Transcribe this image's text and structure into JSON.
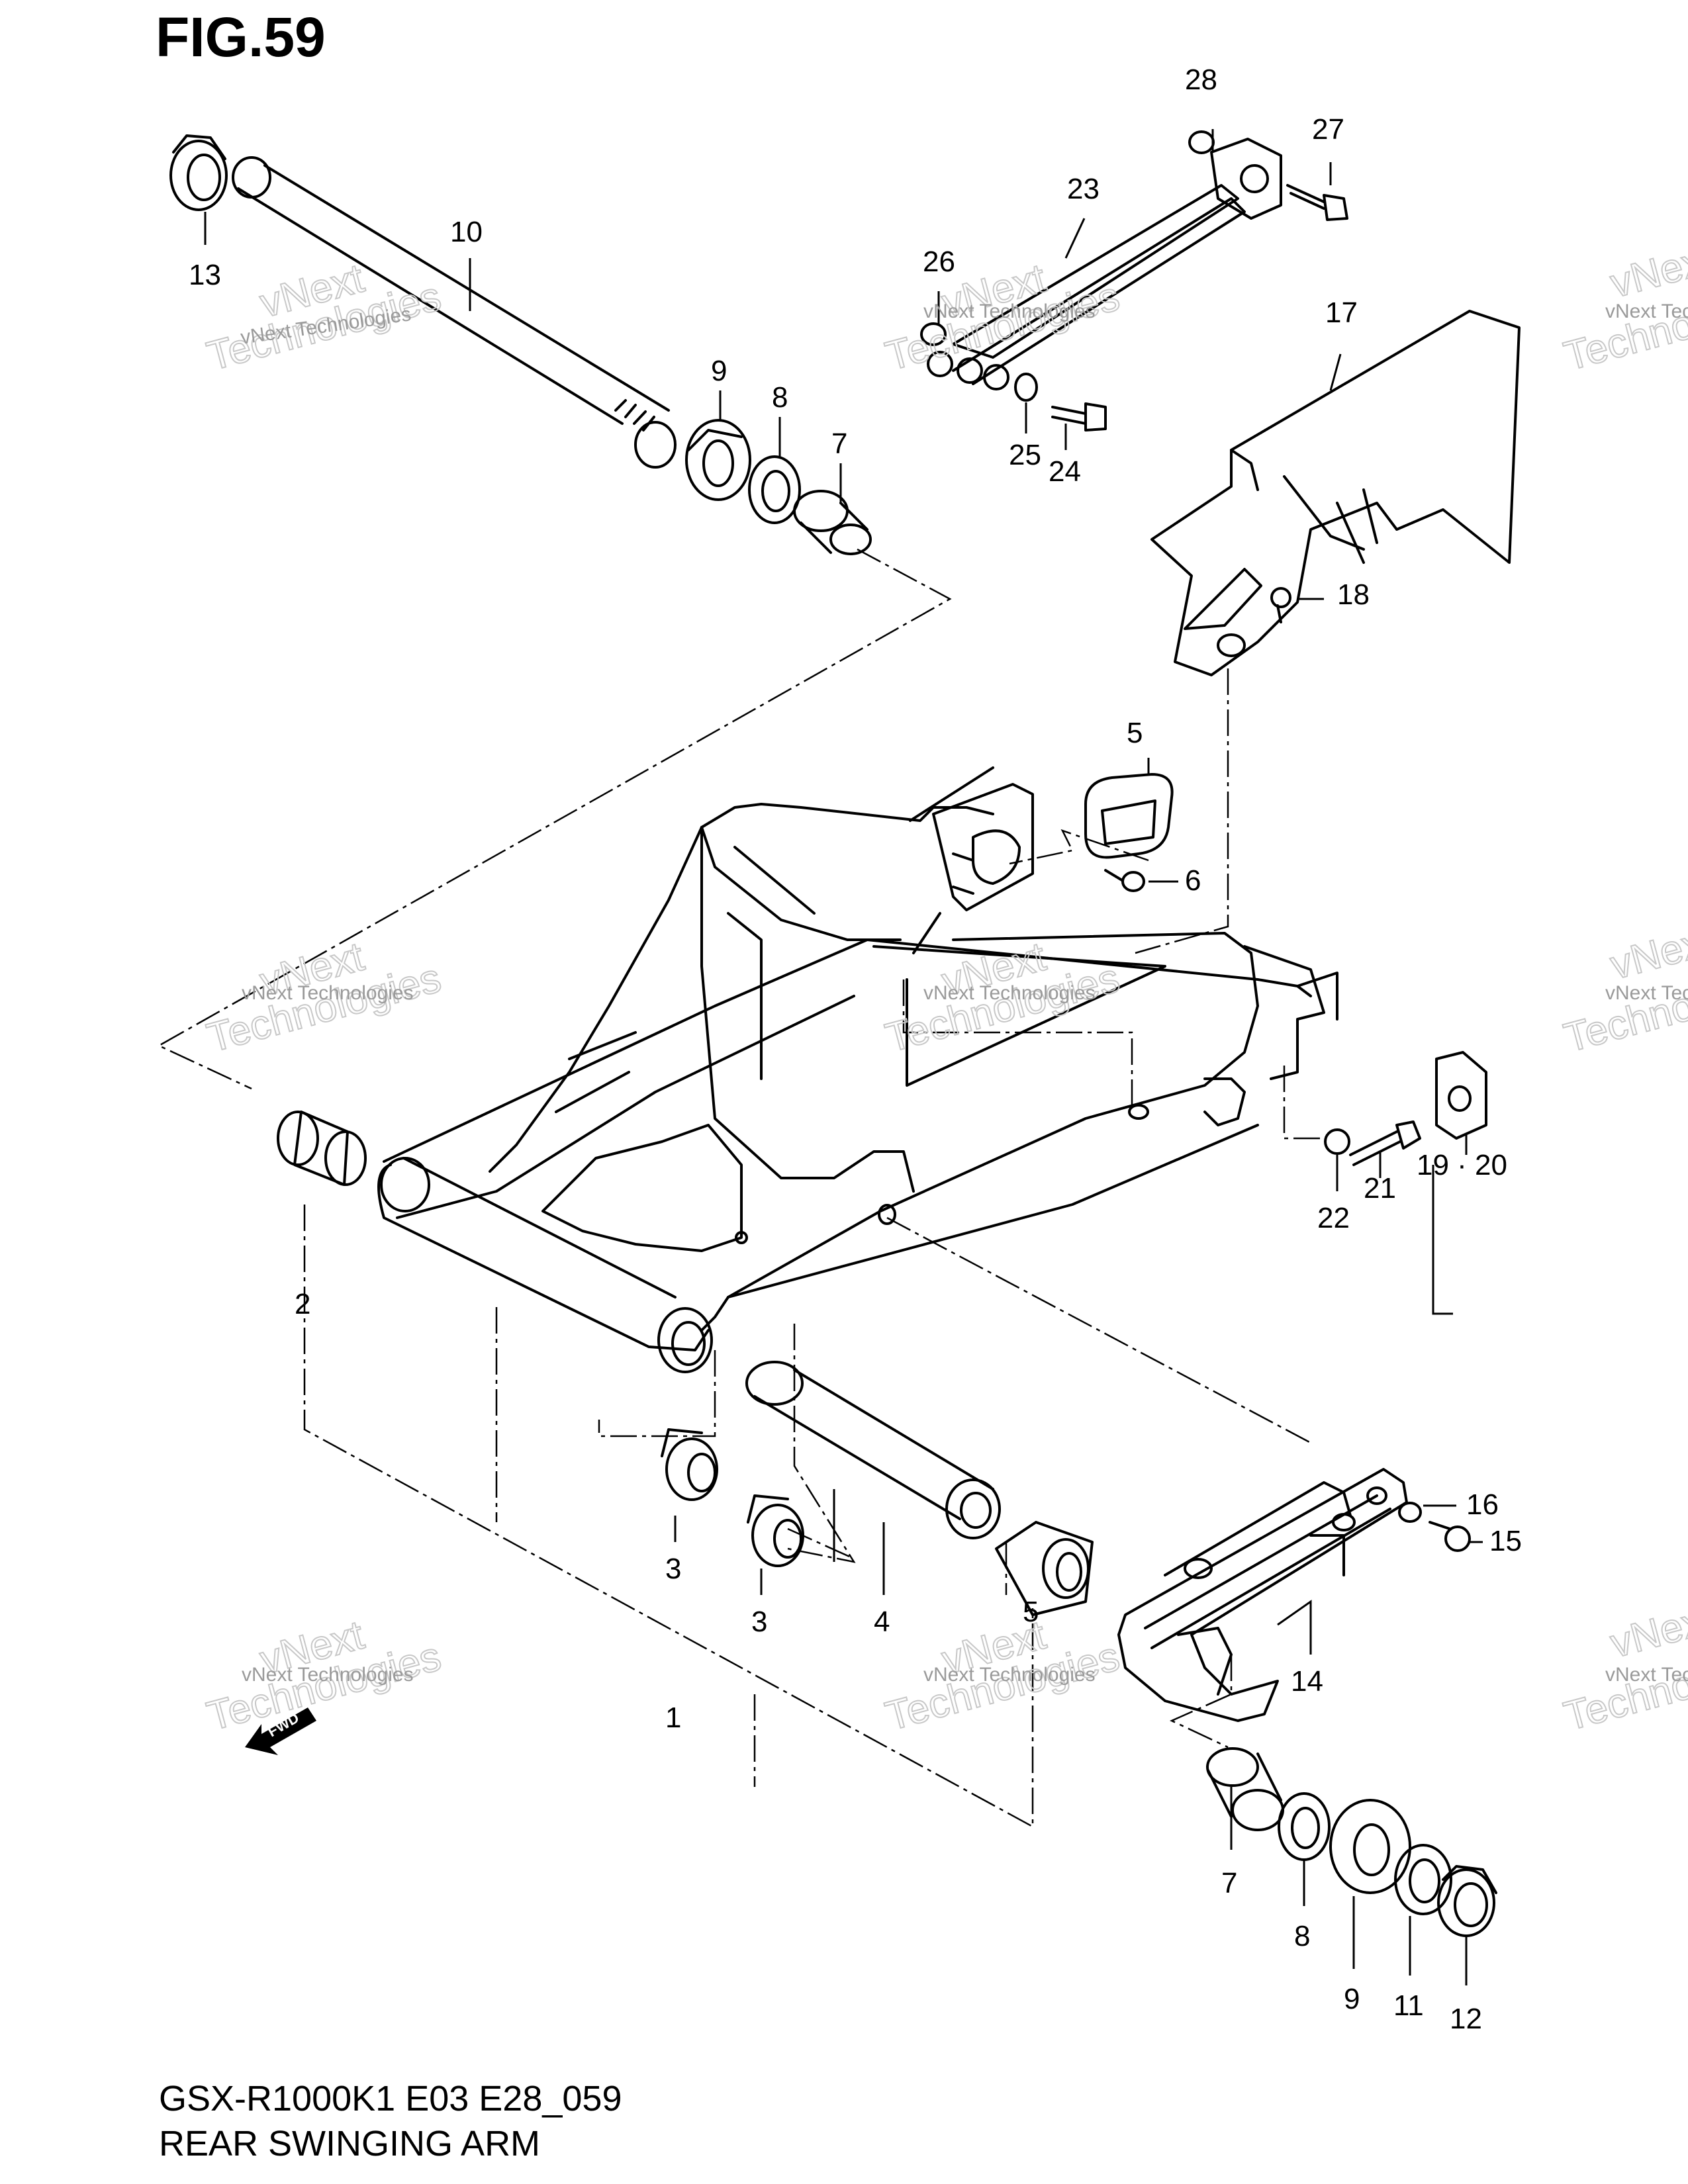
{
  "figure": {
    "title": "FIG.59",
    "model_code": "GSX-R1000K1 E03 E28_059",
    "assembly_name": "REAR SWINGING ARM"
  },
  "watermark": {
    "line1": "vNext Technologies",
    "line2": "vNext",
    "line3": "Technologies"
  },
  "fwd_label": "FWD",
  "callouts": {
    "c1": "1",
    "c2": "2",
    "c3a": "3",
    "c3b": "3",
    "c4": "4",
    "c5a": "5",
    "c5b": "5",
    "c6": "6",
    "c7a": "7",
    "c7b": "7",
    "c8a": "8",
    "c8b": "8",
    "c9a": "9",
    "c9b": "9",
    "c10": "10",
    "c11": "11",
    "c12": "12",
    "c13": "13",
    "c14": "14",
    "c15": "15",
    "c16": "16",
    "c17": "17",
    "c18": "18",
    "c1920": "19 · 20",
    "c21": "21",
    "c22": "22",
    "c23": "23",
    "c24": "24",
    "c25": "25",
    "c26": "26",
    "c27": "27",
    "c28": "28"
  },
  "colors": {
    "line": "#000000",
    "watermark": "#b4b4b4"
  }
}
